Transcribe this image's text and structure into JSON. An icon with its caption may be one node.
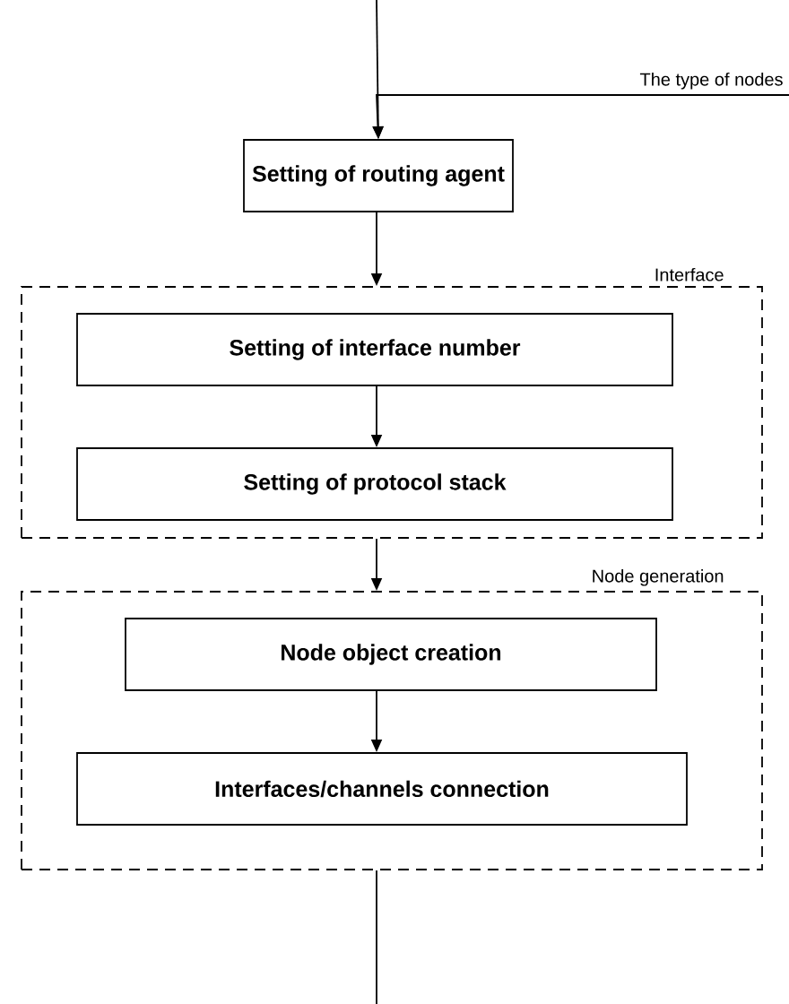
{
  "diagram": {
    "nodes": [
      {
        "text": [
          "Setting of routing agent"
        ]
      },
      {
        "text": [
          "Interface"
        ]
      },
      {
        "text": [
          "Setting of interface number"
        ],
        "in": 1
      },
      {
        "text": [
          "Setting of protocol stack"
        ],
        "in": 1
      },
      {
        "text": [
          "Node generation"
        ]
      },
      {
        "text": [
          "Node object creation"
        ],
        "in": 4
      },
      {
        "text": [
          "Interfaces/channels connection"
        ],
        "in": 4
      }
    ],
    "edges": [
      {
        "from": null,
        "to": 0,
        "arrow": "to"
      },
      {
        "from": null,
        "to": 0,
        "arrow": "to",
        "label": "The type of nodes"
      },
      {
        "from": 0,
        "to": 1,
        "arrow": "to"
      },
      {
        "from": 2,
        "to": 3,
        "arrow": "to"
      },
      {
        "from": 1,
        "to": 4,
        "arrow": "to"
      },
      {
        "from": 5,
        "to": 6,
        "arrow": "to"
      },
      {
        "from": 4,
        "to": null,
        "arrow": "none"
      }
    ]
  }
}
